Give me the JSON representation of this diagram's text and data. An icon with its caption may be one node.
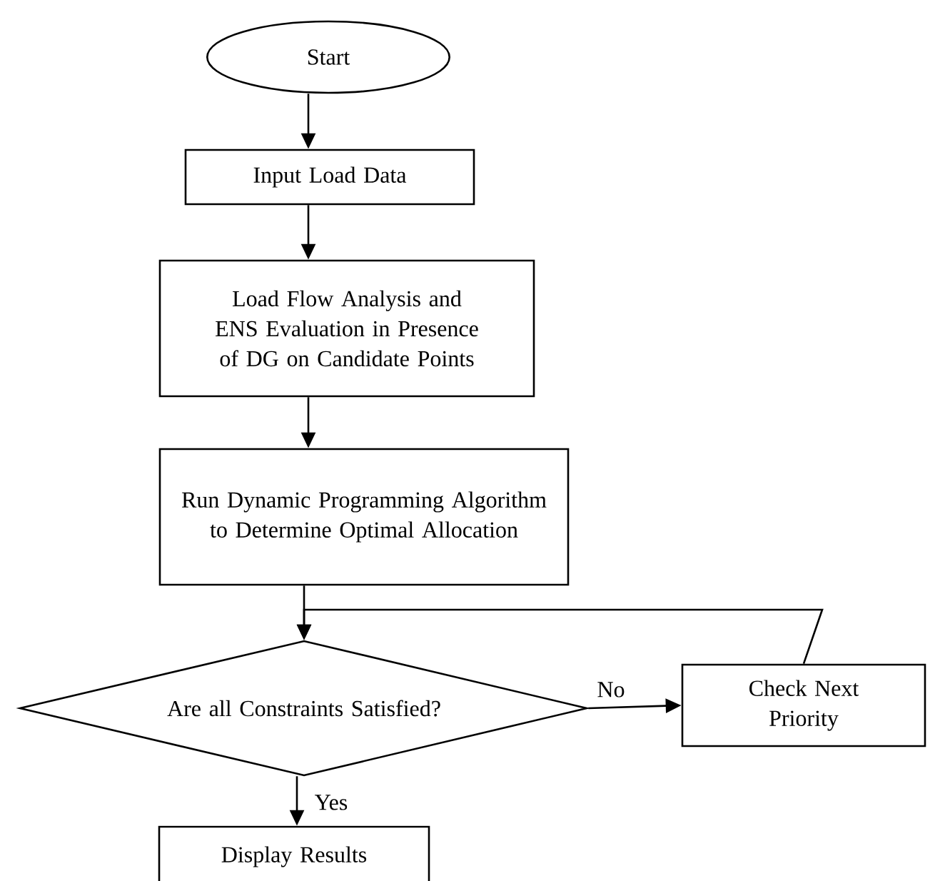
{
  "diagram": {
    "nodes": [
      {
        "text": [
          "Start"
        ]
      },
      {
        "text": [
          "Input Load Data"
        ]
      },
      {
        "text": [
          "Load Flow Analysis and ENS Evaluation in Presence of DG on Candidate Points"
        ]
      },
      {
        "text": [
          "Run Dynamic Programming Algorithm to Determine Optimal Allocation"
        ]
      },
      {
        "text": [
          "Are all Constraints Satisfied?"
        ]
      },
      {
        "text": [
          "Check Next Priority"
        ]
      },
      {
        "text": [
          "Display Results"
        ]
      }
    ],
    "edges": [
      {
        "from": 0,
        "to": 1,
        "arrow": "to"
      },
      {
        "from": 1,
        "to": 2,
        "arrow": "to"
      },
      {
        "from": 2,
        "to": 3,
        "arrow": "to"
      },
      {
        "from": 3,
        "to": 4,
        "arrow": "to"
      },
      {
        "from": 4,
        "to": 5,
        "arrow": "to",
        "label": "No"
      },
      {
        "from": 5,
        "to": 4,
        "arrow": "to"
      },
      {
        "from": 4,
        "to": 6,
        "arrow": "to",
        "label": "Yes"
      }
    ]
  }
}
